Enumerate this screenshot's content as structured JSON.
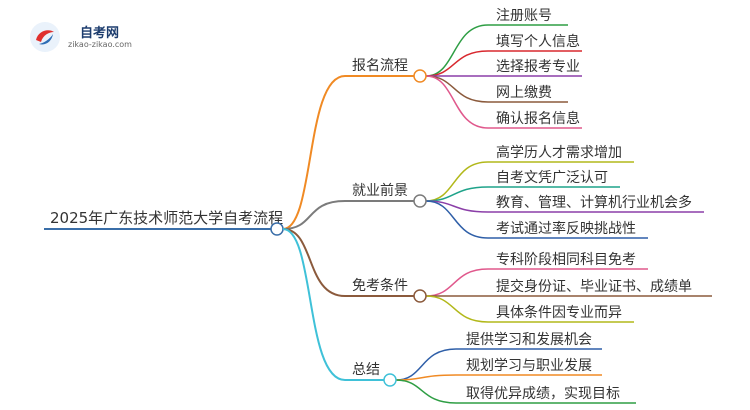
{
  "logo": {
    "title": "自考网",
    "url": "zikao-zikao.com"
  },
  "root": {
    "label": "2025年广东技术师范大学自考流程"
  },
  "colors": {
    "root_line": "#3a6ea8",
    "branch_bm": "#f08a24",
    "branch_jy": "#7b7b7b",
    "branch_mk": "#8b5a3c",
    "branch_zj": "#3fc1d8",
    "leaf_green": "#2e9e44",
    "leaf_red": "#d8282e",
    "leaf_purple": "#8b3fa8",
    "leaf_brown": "#8b5a3c",
    "leaf_pink": "#e0588c",
    "leaf_olive": "#b2b81a",
    "leaf_teal": "#1fa38a",
    "leaf_blue": "#2f5fa8",
    "leaf_orange": "#f08a24"
  },
  "branches": [
    {
      "label": "报名流程",
      "children": [
        "注册账号",
        "填写个人信息",
        "选择报考专业",
        "网上缴费",
        "确认报名信息"
      ]
    },
    {
      "label": "就业前景",
      "children": [
        "高学历人才需求增加",
        "自考文凭广泛认可",
        "教育、管理、计算机行业机会多",
        "考试通过率反映挑战性"
      ]
    },
    {
      "label": "免考条件",
      "children": [
        "专科阶段相同科目免考",
        "提交身份证、毕业证书、成绩单",
        "具体条件因专业而异"
      ]
    },
    {
      "label": "总结",
      "children": [
        "提供学习和发展机会",
        "规划学习与职业发展",
        "取得优异成绩，实现目标"
      ]
    }
  ]
}
